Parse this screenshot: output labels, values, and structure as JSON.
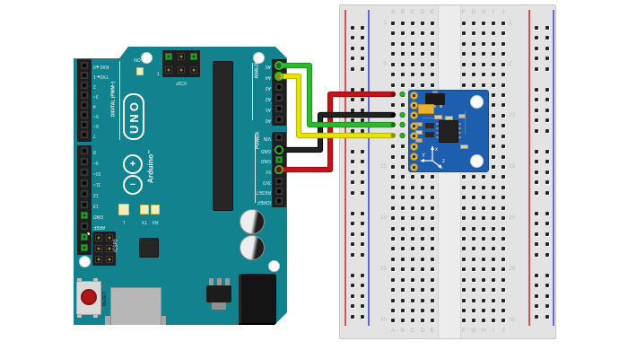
{
  "title": "Arduino UNO wired to 8-pin sensor breakout on breadboard (Fritzing-style diagram)",
  "arduino": {
    "brand": "Arduino",
    "tm": "™",
    "model": "UNO",
    "board_color": "#12828f",
    "labels": {
      "digital_section": "DIGITAL (PWM~)",
      "analog_section": "ANALOG IN",
      "power_section": "POWER",
      "on_led": "ON",
      "icsp": "ICSP",
      "icsp_pin1": "1",
      "icsp2": "ICSP2",
      "reset_button": "RESET",
      "led_l": "L",
      "led_tx": "TX",
      "led_rx": "RX",
      "logo_plus": "+",
      "logo_minus": "−"
    },
    "pins": {
      "digital_top": [
        "RX0◄0",
        "TX0►1",
        "2",
        "3~",
        "4",
        "5~",
        "6~",
        "7"
      ],
      "digital_bottom": [
        "8",
        "9~",
        "10~",
        "11~",
        "12",
        "13",
        "GND",
        "AREF",
        "",
        ""
      ],
      "analog": [
        "A5",
        "A4",
        "A3",
        "A2",
        "A1",
        "A0"
      ],
      "power": [
        "VIN",
        "GND",
        "GND",
        "5V",
        "3V3",
        "RESET",
        "IOREF"
      ]
    }
  },
  "breadboard": {
    "rows": 30,
    "column_letters_left": [
      "A",
      "B",
      "C",
      "D",
      "E"
    ],
    "column_letters_right": [
      "F",
      "G",
      "H",
      "I",
      "J"
    ],
    "row_numbers": [
      "1",
      "5",
      "10",
      "15",
      "20",
      "25",
      "30"
    ],
    "body_color": "#e3e3e3",
    "rail_red": "#d95050",
    "rail_blue": "#6268d8"
  },
  "module": {
    "description": "blue 8-pin IMU sensor breakout board",
    "pin_count": 8,
    "board_color": "#1d5fae",
    "axis_labels": [
      "x",
      "Y",
      "z"
    ]
  },
  "wires": [
    {
      "id": "wire-5v",
      "color": "#c41318",
      "edge": "#8f0e12",
      "tip": "#6b0b0d",
      "from": "Arduino 5V",
      "to": "breadboard row 8 (module VCC)"
    },
    {
      "id": "wire-gnd",
      "color": "#222222",
      "edge": "#000000",
      "tip": "#000000",
      "from": "Arduino GND",
      "to": "breadboard row 10"
    },
    {
      "id": "wire-scl",
      "color": "#2db92d",
      "edge": "#1e8a1e",
      "tip": "#177017",
      "from": "Arduino A5",
      "to": "breadboard row 11"
    },
    {
      "id": "wire-sda",
      "color": "#e8e400",
      "edge": "#b0ac00",
      "tip": "#8f8c00",
      "from": "Arduino A4",
      "to": "breadboard row 12"
    }
  ],
  "connection_dot_color": "#2fae2f"
}
